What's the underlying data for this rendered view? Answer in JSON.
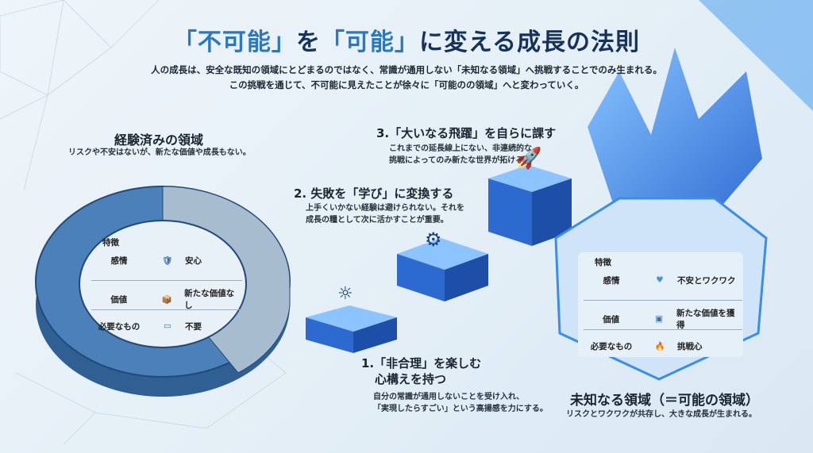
{
  "header": {
    "title_part1": "「不可能」",
    "title_part2": "を",
    "title_part3": "「可能」",
    "title_part4": "に変える成長の法則",
    "subtitle_line1": "人の成長は、安全な既知の領域にとどまるのではなく、常識が通用しない「未知なる領域」へ挑戦することでのみ生まれる。",
    "subtitle_line2": "この挑戦を通じて、不可能に見えたことが徐々に「可能のの領域」へと変わっていく。"
  },
  "known_zone": {
    "title": "経験済みの領域",
    "description": "リスクや不安はないが、新たな価値や成長もない。",
    "table": {
      "header": "特徴",
      "rows": [
        {
          "label": "感情",
          "icon": "shield-check-icon",
          "value": "安心"
        },
        {
          "label": "価値",
          "icon": "box-icon",
          "value": "新たな価値なし"
        },
        {
          "label": "必要なもの",
          "icon": "tray-icon",
          "value": "不要"
        }
      ]
    }
  },
  "steps": [
    {
      "title_line1": "1.「非合理」を楽しむ",
      "title_line2": "心構えを持つ",
      "desc_line1": "自分の常識が通用しないことを受け入れ、",
      "desc_line2": "「実現したらすごい」という高揚感を力にする。",
      "icon": "brain-lightbulb-icon"
    },
    {
      "title_line1": "2. 失敗を「学び」に変換する",
      "desc_line1": "上手くいかない経験は避けられない。それを",
      "desc_line2": "成長の糧として次に活かすことが重要。",
      "icon": "gears-icon"
    },
    {
      "title_line1": "3.「大いなる飛躍」を自らに課す",
      "desc_line1": "これまでの延長線上にない、非連続的な",
      "desc_line2": "挑戦によってのみ新たな世界が拓ける。",
      "icon": "rocket-icon"
    }
  ],
  "unknown_zone": {
    "title": "未知なる領域（＝可能の領域）",
    "description": "リスクとワクワクが共存し、大きな成長が生まれる。",
    "table": {
      "header": "特徴",
      "rows": [
        {
          "label": "感情",
          "icon": "winged-heart-icon",
          "value": "不安とワクワク"
        },
        {
          "label": "価値",
          "icon": "treasure-chest-icon",
          "value": "新たな価値を獲得"
        },
        {
          "label": "必要なもの",
          "icon": "torch-icon",
          "value": "挑戦心"
        }
      ]
    }
  },
  "colors": {
    "title_navy": "#16325c",
    "accent_blue": "#2a78c0",
    "ring_blue": "#3f72a8",
    "crystal_blue": "#3b8ee8"
  }
}
